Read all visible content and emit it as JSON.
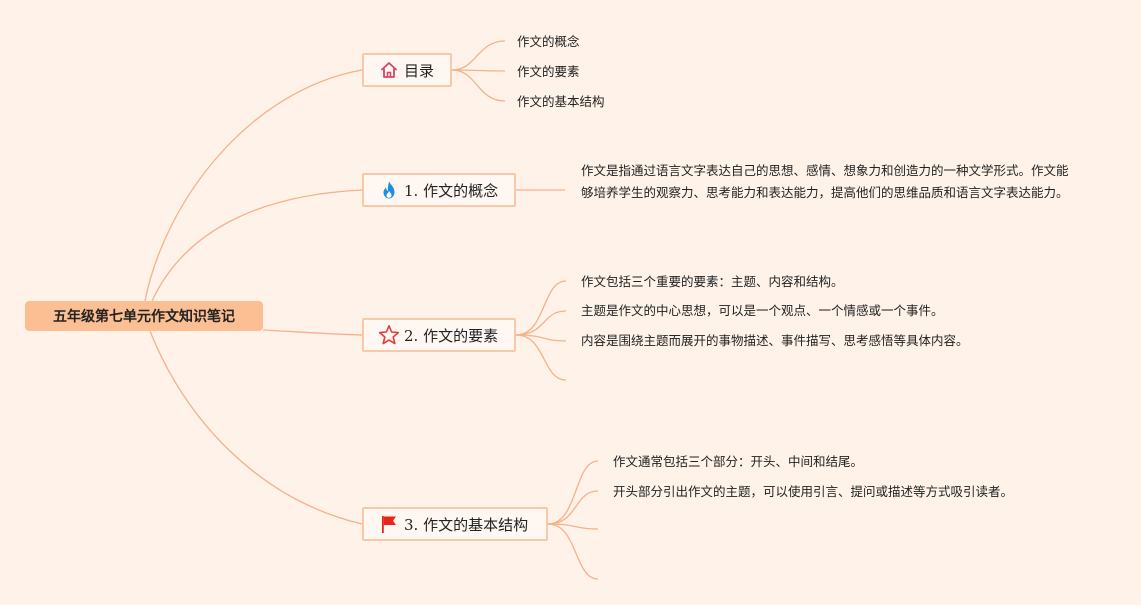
{
  "root": {
    "label": "五年级第七单元作文知识笔记"
  },
  "branches": [
    {
      "label": "目录",
      "icon": "home-icon",
      "children": [
        "作文的概念",
        "作文的要素",
        "作文的基本结构"
      ]
    },
    {
      "label": "1. 作文的概念",
      "icon": "fire-icon",
      "children": [
        "作文是指通过语言文字表达自己的思想、感情、想象力和创造力的一种文学形式。作文能够培养学生的观察力、思考能力和表达能力，提高他们的思维品质和语言文字表达能力。"
      ]
    },
    {
      "label": "2. 作文的要素",
      "icon": "star-icon",
      "children": [
        "作文包括三个重要的要素：主题、内容和结构。",
        "主题是作文的中心思想，可以是一个观点、一个情感或一个事件。",
        "内容是围绕主题而展开的事物描述、事件描写、思考感悟等具体内容。",
        ""
      ]
    },
    {
      "label": "3. 作文的基本结构",
      "icon": "flag-icon",
      "children": [
        "作文通常包括三个部分：开头、中间和结尾。",
        "开头部分引出作文的主题，可以使用引言、提问或描述等方式吸引读者。",
        "",
        ""
      ]
    }
  ],
  "colors": {
    "background": "#fff3e9",
    "root_fill": "#fbbf93",
    "branch_border": "#f8c9a8",
    "connector": "#f6b08a",
    "home_icon": "#d6456a",
    "fire_icon": "#1e8fe0",
    "star_icon": "#e23c3c",
    "flag_icon": "#e8261e"
  }
}
